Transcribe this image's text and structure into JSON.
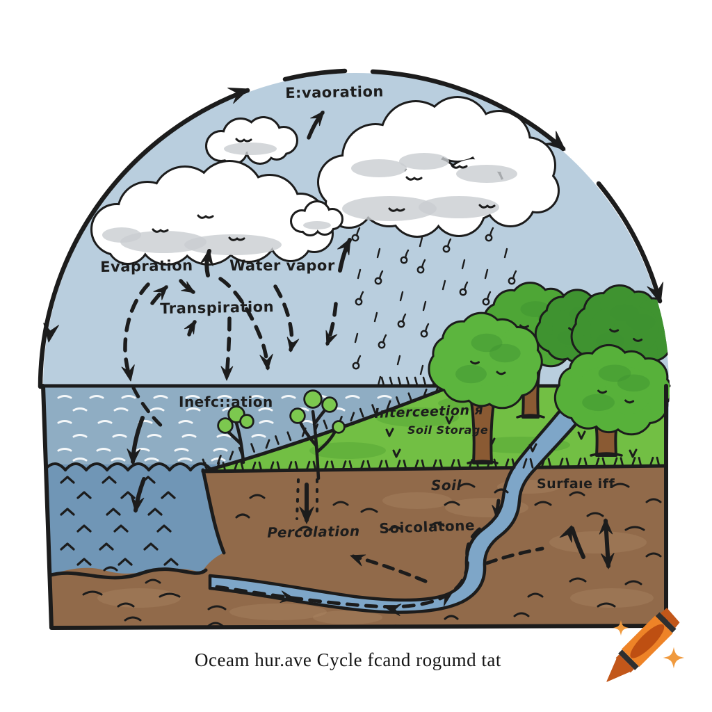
{
  "diagram": {
    "kind": "hand-drawn water cycle illustration",
    "caption": "Oceam hur.ave Cycle fcand rogumd tat"
  },
  "labels": {
    "evaporation_top": "E:vaoration",
    "evaporation": "Evapration",
    "water_vapor": "Water vapor",
    "transpiration": "Transpiration",
    "infiltration": "Inefc::ation",
    "interception": "Interceetion я",
    "soil_storage": "Soil Storage",
    "soil": "Soil",
    "surface_runoff": "Surfaıe iff",
    "percolation": "Percolation",
    "soil_percolation": "Soicolatone"
  },
  "icons": {
    "watermark": "crayon-icon",
    "sparkles": "sparkle-icon"
  },
  "colors": {
    "sky": "#b9cede",
    "ocean_upper": "#8fadc3",
    "ocean_deep": "#7096b6",
    "grass": "#72bf44",
    "grass_dark": "#54a534",
    "soil": "#916a4a",
    "river": "#7ea6c8",
    "tree_green": "#5cb53e",
    "tree_dark_green": "#3f9330",
    "trunk_brown": "#8a5a33",
    "outline_ink": "#1c1c1c",
    "crayon_orange": "#ee8327",
    "crayon_dark_orange": "#c2571a",
    "sparkle_orange": "#f09a3e"
  }
}
